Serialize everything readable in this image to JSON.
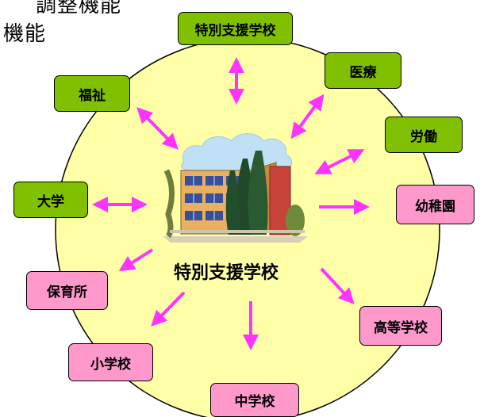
{
  "header": {
    "line1": "調整機能",
    "line2": "機能"
  },
  "center": {
    "label": "特別支援学校",
    "illustration_icon": "school-building-icon"
  },
  "nodes": {
    "top": "特別支援学校",
    "medical": "医療",
    "welfare": "福祉",
    "labor": "労働",
    "university": "大学",
    "kindergarten": "幼稚園",
    "nursery": "保育所",
    "high_school": "高等学校",
    "elementary": "小学校",
    "junior_high": "中学校"
  },
  "colors": {
    "circle_fill": "#ffffa8",
    "green_node": "#80c000",
    "pink_node": "#ff99cc",
    "arrow": "#ff33ff"
  }
}
